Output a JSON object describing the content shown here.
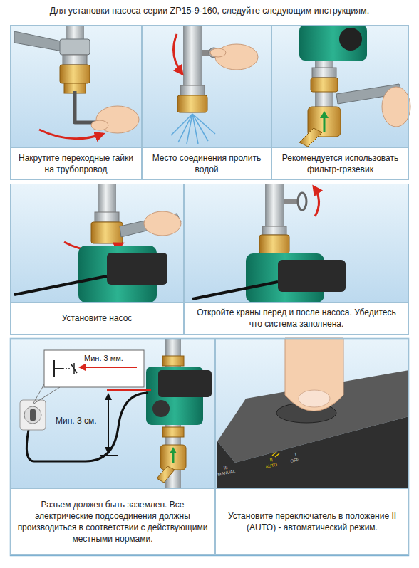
{
  "diagram": {
    "title": "Для установки насоса серии ZP15-9-160, следуйте следующим инструкциям.",
    "nodes": [
      {
        "text": [
          "Накрутите переходные гайки на трубопровод"
        ]
      },
      {
        "text": [
          "Место соединения пролить водой"
        ]
      },
      {
        "text": [
          "Рекомендуется использовать фильтр-грязевик"
        ]
      },
      {
        "text": [
          "Установите насос"
        ]
      },
      {
        "text": [
          "Откройте краны перед и после насоса. Убедитесь что система заполнена."
        ]
      },
      {
        "text": [
          "Разъем должен быть заземлен. Все электрические подсоединения должны производиться в соответствии с действующими местными нормами."
        ]
      },
      {
        "text": [
          "Установите переключатель в положение II (AUTO) - автоматический режим."
        ]
      }
    ],
    "labels": [
      "Мин. 3 мм.",
      "Мин. 3 см.",
      "III",
      "MANUAL",
      "II",
      "AUTO",
      "I",
      "OFF"
    ]
  }
}
